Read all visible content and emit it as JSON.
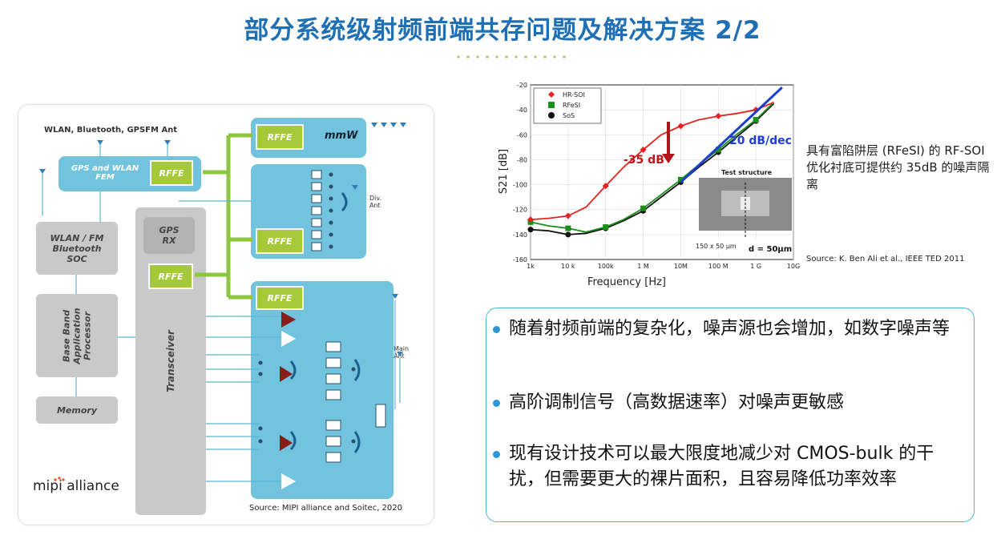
{
  "slide": {
    "title": "部分系统级射频前端共存问题及解决方案 2/2"
  },
  "diagram": {
    "top_antenna_label": "WLAN, Bluetooth, GPSFM Ant",
    "gps_wlan_fem": "GPS and WLAN FEM",
    "rffe_label": "RFFE",
    "wlan_fm_soc": "WLAN / FM Bluetooth SOC",
    "baseband": "Base Band Application Processor",
    "memory": "Memory",
    "gps_rx": "GPS RX",
    "transceiver": "Transceiver",
    "mmw": "mmW",
    "div_ant": "Div. Ant",
    "main_ant": "Main Ant",
    "logo": "mipi alliance",
    "source": "Source: MIPI alliance and Soitec, 2020"
  },
  "chart_data": {
    "type": "line",
    "xlabel": "Frequency [Hz]",
    "ylabel": "S21 [dB]",
    "x_scale": "log",
    "xlim": [
      1000,
      10000000000
    ],
    "ylim": [
      -160,
      -20
    ],
    "x_ticks": [
      "1k",
      "10 k",
      "100k",
      "1 M",
      "10M",
      "100 M",
      "1 G",
      "10G"
    ],
    "y_ticks": [
      "-20",
      "-40",
      "-60",
      "-80",
      "-100",
      "-120",
      "-140",
      "-160"
    ],
    "legend_position": "top-left",
    "series": [
      {
        "name": "HR-SOI",
        "color": "#e8231f",
        "marker": "diamond",
        "x": [
          1000,
          3000,
          10000,
          30000,
          100000,
          300000,
          1000000,
          3000000,
          10000000,
          30000000,
          100000000,
          300000000,
          1000000000,
          3000000000
        ],
        "y": [
          -128,
          -127,
          -125,
          -118,
          -101,
          -86,
          -72,
          -60,
          -53,
          -48,
          -45,
          -43,
          -40,
          -34
        ]
      },
      {
        "name": "RFeSI",
        "color": "#1a8f1a",
        "marker": "square",
        "x": [
          1000,
          3000,
          10000,
          30000,
          100000,
          300000,
          1000000,
          3000000,
          10000000,
          30000000,
          100000000,
          300000000,
          1000000000,
          3000000000
        ],
        "y": [
          -130,
          -133,
          -135,
          -138,
          -134,
          -128,
          -119,
          -108,
          -96,
          -84,
          -72,
          -60,
          -48,
          -34
        ]
      },
      {
        "name": "SoS",
        "color": "#111111",
        "marker": "circle",
        "x": [
          1000,
          3000,
          10000,
          30000,
          100000,
          300000,
          1000000,
          3000000,
          10000000,
          30000000,
          100000000,
          300000000,
          1000000000,
          3000000000
        ],
        "y": [
          -136,
          -137,
          -140,
          -139,
          -135,
          -129,
          -121,
          -110,
          -98,
          -86,
          -74,
          -62,
          -49,
          -35
        ]
      }
    ],
    "annotations": [
      "-35 dB",
      "20 dB/dec",
      "Test structure",
      "150 x 50 µm",
      "d = 50µm"
    ]
  },
  "chart_annotation": "具有富陷阱层 (RFeSI) 的 RF-SOI 优化衬底可提供约 35dB 的噪声隔离",
  "chart_source": "Source: K. Ben Ali et al., IEEE TED 2011",
  "bullets": [
    "随着射频前端的复杂化，噪声源也会增加，如数字噪声等",
    "高阶调制信号（高数据速率）对噪声更敏感",
    "现有设计技术可以最大限度地减少对 CMOS-bulk 的干扰，但需要更大的裸片面积，且容易降低功率效率"
  ],
  "colors": {
    "title": "#1f6fb4",
    "accent_green": "#8dc63f",
    "box_blue": "#72c4de",
    "rffe_green": "#a6c93a",
    "gray": "#c9c9c9"
  },
  "icons": [
    "antenna-icon",
    "filter-icon",
    "amplifier-icon",
    "switch-icon"
  ]
}
